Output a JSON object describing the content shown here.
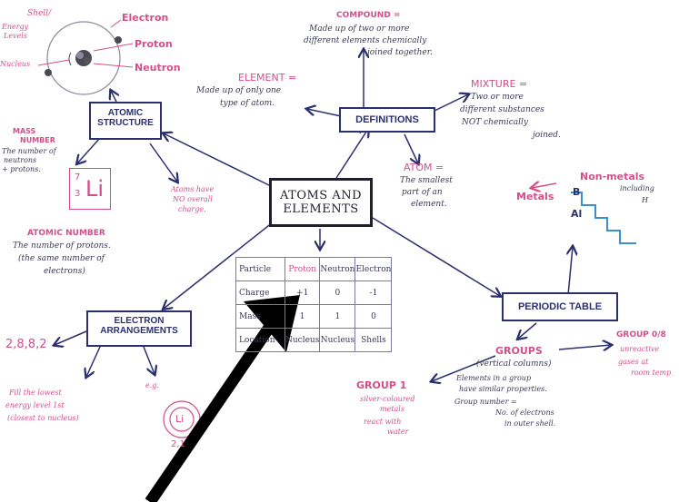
{
  "center": {
    "line1": "ATOMS AND",
    "line2": "ELEMENTS"
  },
  "atomic_structure": {
    "title_line1": "ATOMIC",
    "title_line2": "STRUCTURE",
    "atom_labels": {
      "shell": "Shell/",
      "energy_levels_1": "Energy",
      "energy_levels_2": "Levels",
      "nucleus": "Nucleus",
      "electron": "Electron",
      "proton": "Proton",
      "neutron": "Neutron"
    },
    "mass_number_title_1": "MASS",
    "mass_number_title_2": "NUMBER",
    "mass_number_desc_1": "The number of",
    "mass_number_desc_2": "neutrons",
    "mass_number_desc_3": "+ protons.",
    "symbol": {
      "mass": "7",
      "atomic": "3",
      "element": "Li"
    },
    "atomic_number_title": "ATOMIC NUMBER",
    "atomic_number_desc_1": "The number of protons.",
    "atomic_number_desc_2": "(the same number of",
    "atomic_number_desc_3": "electrons)",
    "charge_note_1": "Atoms have",
    "charge_note_2": "NO overall",
    "charge_note_3": "charge."
  },
  "definitions": {
    "title": "DEFINITIONS",
    "compound_title": "COMPOUND =",
    "compound_1": "Made up of two or more",
    "compound_2": "different elements chemically",
    "compound_3": "joined together.",
    "element_title": "ELEMENT =",
    "element_1": "Made up of only one",
    "element_2": "type of atom.",
    "mixture_title": "MIXTURE =",
    "mixture_1": "Two or more",
    "mixture_2": "different substances",
    "mixture_3": "NOT chemically",
    "mixture_4": "joined.",
    "atom_title": "ATOM =",
    "atom_1": "The smallest",
    "atom_2": "part of an",
    "atom_3": "element."
  },
  "particle_table": {
    "headers": [
      "Particle",
      "Proton",
      "Neutron",
      "Electron"
    ],
    "rows": [
      [
        "Charge",
        "+1",
        "0",
        "-1"
      ],
      [
        "Mass",
        "1",
        "1",
        "0"
      ],
      [
        "Location",
        "Nucleus",
        "Nucleus",
        "Shells"
      ]
    ]
  },
  "electron_arrangements": {
    "title_line1": "ELECTRON",
    "title_line2": "ARRANGEMENTS",
    "example": "2,8,8,2",
    "fill_1": "Fill the lowest",
    "fill_2": "energy level 1st",
    "fill_3": "(closest to nucleus)",
    "eg": "e.g.",
    "li": "Li",
    "li_config": "2,1"
  },
  "periodic_table": {
    "title": "PERIODIC TABLE",
    "metals": "Metals",
    "non_metals": "Non-metals",
    "including": "including",
    "h": "H",
    "b": "B",
    "al": "Al",
    "groups_title": "GROUPS",
    "groups_sub": "(vertical columns)",
    "groups_1": "Elements in a group",
    "groups_2": "have similar properties.",
    "groups_3": "Group number =",
    "groups_4": "No. of electrons",
    "groups_5": "in outer shell.",
    "group1_title": "GROUP 1",
    "group1_1": "silver-coloured",
    "group1_2": "metals",
    "group1_3": "react with",
    "group1_4": "water",
    "group0_title": "GROUP 0/8",
    "group0_1": "unreactive",
    "group0_2": "gases at",
    "group0_3": "room temp"
  },
  "colors": {
    "navy": "#2c2f6d",
    "pink": "#d24f8a",
    "ink": "#3a3a55",
    "arrow": "#000000"
  }
}
